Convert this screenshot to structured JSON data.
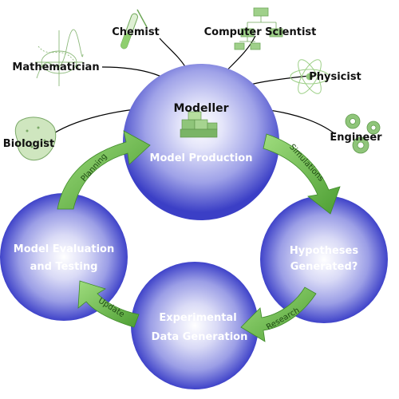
{
  "roles": {
    "chemist": "Chemist",
    "computer_scientist": "Computer Scientist",
    "mathematician": "Mathematician",
    "physicist": "Physicist",
    "biologist": "Biologist",
    "engineer": "Engineer",
    "modeller": "Modeller"
  },
  "stages": {
    "model_production": "Model Production",
    "hypotheses_line1": "Hypotheses",
    "hypotheses_line2": "Generated?",
    "experimental_line1": "Experimental",
    "experimental_line2": "Data Generation",
    "evaluation_line1": "Model Evaluation",
    "evaluation_line2": "and Testing"
  },
  "arrows": {
    "planning": "Planning",
    "simulations": "Simulations",
    "research": "Research",
    "update": "Update"
  },
  "colors": {
    "circle_core": "#ffffff",
    "circle_mid": "#9b9ee6",
    "circle_edge": "#3b3fc6",
    "arrow_green": "#6fbf4f",
    "connector": "#000000"
  }
}
